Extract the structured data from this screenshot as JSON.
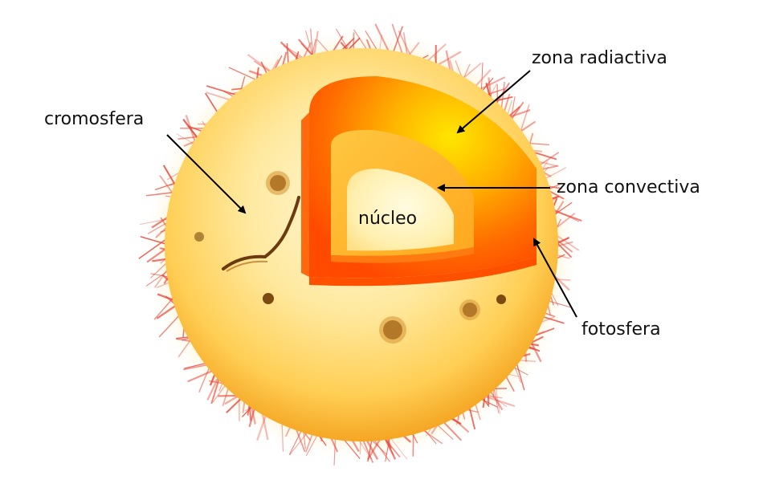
{
  "labels": {
    "cromosfera": "cromosfera",
    "zona_radiactiva": "zona radiactiva",
    "zona_convectiva": "zona convectiva",
    "nucleo": "núcleo",
    "fotosfera": "fotosfera"
  },
  "colors": {
    "sun_light": "#fff6c8",
    "sun_mid": "#ffd45e",
    "sun_edge": "#f5a623",
    "corona": "#e8453a",
    "radiative_outer": "#ff5a00",
    "radiative_inner": "#ffd000",
    "core": "#fff3b0",
    "sunspot": "#7a4a10",
    "arrow": "#000000"
  }
}
